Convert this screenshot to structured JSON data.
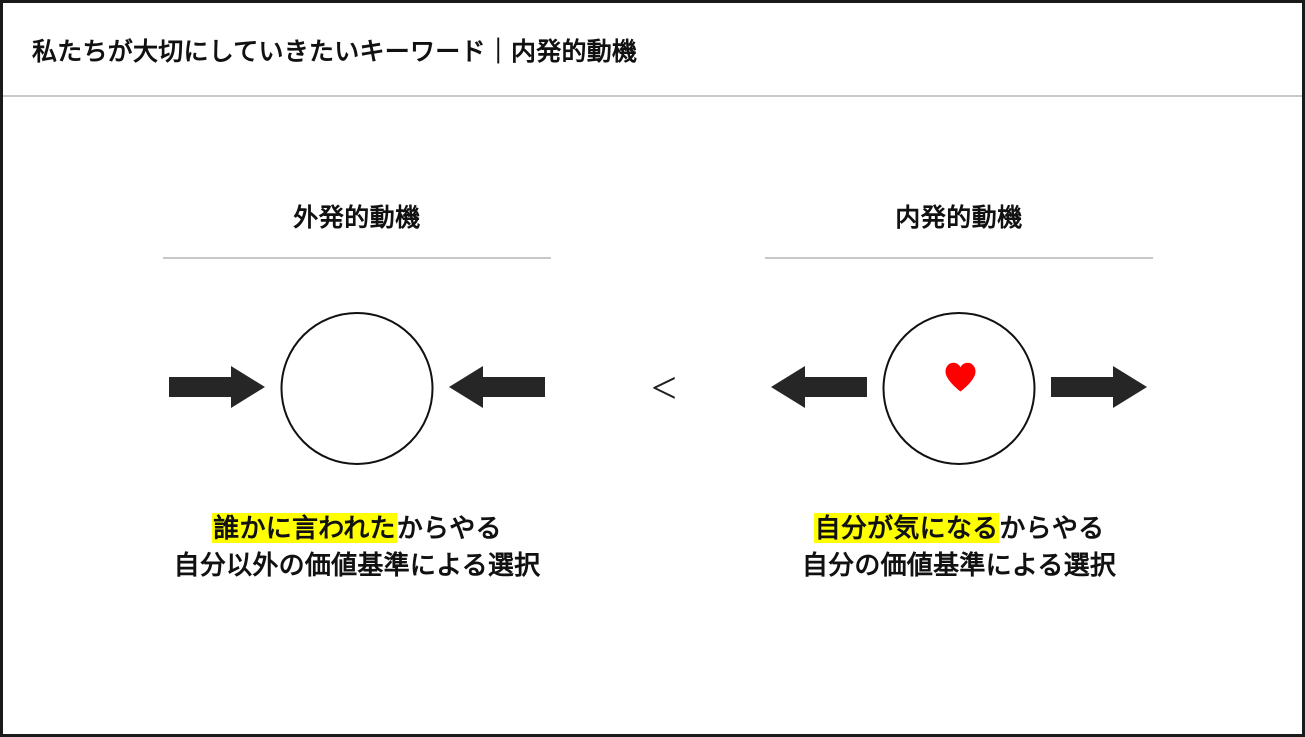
{
  "slide": {
    "title": "私たちが大切にしていきたいキーワード｜内発的動機",
    "background_color": "#ffffff",
    "border_color": "#1a1a1a",
    "divider_color": "#c9c9c9"
  },
  "comparison": {
    "operator": "<",
    "operator_meaning": "left is less than right",
    "accent_highlight_color": "#ffff00",
    "heart_color": "#ff0000",
    "arrow_color": "#262626",
    "left": {
      "heading": "外発的動機",
      "circle_has_heart": false,
      "arrow_direction": "inward",
      "arrow_left_icon": "arrow-right-icon",
      "arrow_right_icon": "arrow-left-icon",
      "caption_highlight": "誰かに言われた",
      "caption_rest": "からやる",
      "caption_line2": "自分以外の価値基準による選択"
    },
    "right": {
      "heading": "内発的動機",
      "circle_has_heart": true,
      "arrow_direction": "outward",
      "arrow_left_icon": "arrow-left-icon",
      "arrow_right_icon": "arrow-right-icon",
      "caption_highlight": "自分が気になる",
      "caption_rest": "からやる",
      "caption_line2": "自分の価値基準による選択"
    }
  }
}
